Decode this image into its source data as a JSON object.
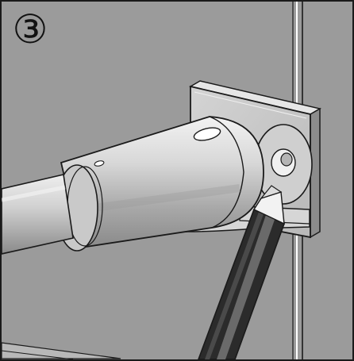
{
  "step": {
    "number": "③"
  },
  "icons": {
    "wall_bracket": "wall-bracket-plate",
    "pipe": "telescopic-rod",
    "screwdriver": "screwdriver-icon"
  },
  "colors": {
    "wall": "#9b9b9b",
    "metal_light": "#e5e5e5",
    "metal_mid": "#c4c4c4",
    "metal_dark": "#8e8e8e",
    "tool": "#2b2b2b",
    "outline": "#1a1a1a"
  }
}
